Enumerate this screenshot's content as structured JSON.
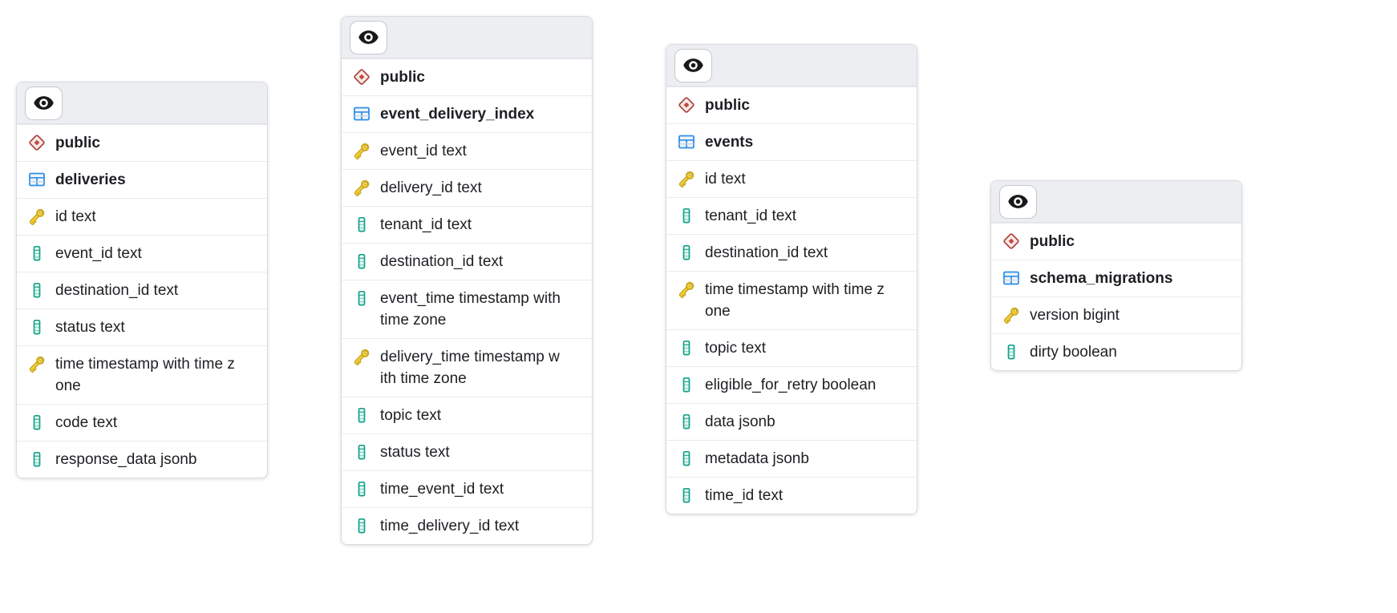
{
  "app": {
    "view": "database-schema-diagram",
    "background_color": "#ffffff"
  },
  "colors": {
    "card_header_bg": "#eceef1",
    "card_border": "#d7dbe0",
    "row_divider": "#e8eaed",
    "text": "#1d1f23",
    "eye_icon": "#17191b",
    "schema_icon_red": "#ac4a42",
    "schema_icon_fill": "#f9e9e8",
    "table_icon_blue": "#2c8fea",
    "key_icon_gold": "#e8c62f",
    "key_icon_outline": "#c9a524",
    "column_icon_teal": "#12a189",
    "column_icon_fill": "#e4f6f1"
  },
  "icons": {
    "visibility": "eye-icon",
    "schema": "schema-diamond-icon",
    "table": "table-grid-icon",
    "primary_key": "key-icon",
    "column": "column-icon"
  },
  "tables": [
    {
      "schema": "public",
      "name": "deliveries",
      "columns": [
        {
          "name": "id",
          "type": "text",
          "pk": true,
          "label": "id text"
        },
        {
          "name": "event_id",
          "type": "text",
          "pk": false,
          "label": "event_id text"
        },
        {
          "name": "destination_id",
          "type": "text",
          "pk": false,
          "label": "destination_id text"
        },
        {
          "name": "status",
          "type": "text",
          "pk": false,
          "label": "status text"
        },
        {
          "name": "time",
          "type": "timestamp with time zone",
          "pk": true,
          "label": "time timestamp with time zone"
        },
        {
          "name": "code",
          "type": "text",
          "pk": false,
          "label": "code text"
        },
        {
          "name": "response_data",
          "type": "jsonb",
          "pk": false,
          "label": "response_data jsonb"
        }
      ]
    },
    {
      "schema": "public",
      "name": "event_delivery_index",
      "columns": [
        {
          "name": "event_id",
          "type": "text",
          "pk": true,
          "label": "event_id text"
        },
        {
          "name": "delivery_id",
          "type": "text",
          "pk": true,
          "label": "delivery_id text"
        },
        {
          "name": "tenant_id",
          "type": "text",
          "pk": false,
          "label": "tenant_id text"
        },
        {
          "name": "destination_id",
          "type": "text",
          "pk": false,
          "label": "destination_id text"
        },
        {
          "name": "event_time",
          "type": "timestamp with time zone",
          "pk": false,
          "label": "event_time timestamp with time zone"
        },
        {
          "name": "delivery_time",
          "type": "timestamp with time zone",
          "pk": true,
          "label": "delivery_time timestamp with time zone"
        },
        {
          "name": "topic",
          "type": "text",
          "pk": false,
          "label": "topic text"
        },
        {
          "name": "status",
          "type": "text",
          "pk": false,
          "label": "status text"
        },
        {
          "name": "time_event_id",
          "type": "text",
          "pk": false,
          "label": "time_event_id text"
        },
        {
          "name": "time_delivery_id",
          "type": "text",
          "pk": false,
          "label": "time_delivery_id text"
        }
      ]
    },
    {
      "schema": "public",
      "name": "events",
      "columns": [
        {
          "name": "id",
          "type": "text",
          "pk": true,
          "label": "id text"
        },
        {
          "name": "tenant_id",
          "type": "text",
          "pk": false,
          "label": "tenant_id text"
        },
        {
          "name": "destination_id",
          "type": "text",
          "pk": false,
          "label": "destination_id text"
        },
        {
          "name": "time",
          "type": "timestamp with time zone",
          "pk": true,
          "label": "time timestamp with time zone"
        },
        {
          "name": "topic",
          "type": "text",
          "pk": false,
          "label": "topic text"
        },
        {
          "name": "eligible_for_retry",
          "type": "boolean",
          "pk": false,
          "label": "eligible_for_retry boolean"
        },
        {
          "name": "data",
          "type": "jsonb",
          "pk": false,
          "label": "data jsonb"
        },
        {
          "name": "metadata",
          "type": "jsonb",
          "pk": false,
          "label": "metadata jsonb"
        },
        {
          "name": "time_id",
          "type": "text",
          "pk": false,
          "label": "time_id text"
        }
      ]
    },
    {
      "schema": "public",
      "name": "schema_migrations",
      "columns": [
        {
          "name": "version",
          "type": "bigint",
          "pk": true,
          "label": "version bigint"
        },
        {
          "name": "dirty",
          "type": "boolean",
          "pk": false,
          "label": "dirty boolean"
        }
      ]
    }
  ]
}
